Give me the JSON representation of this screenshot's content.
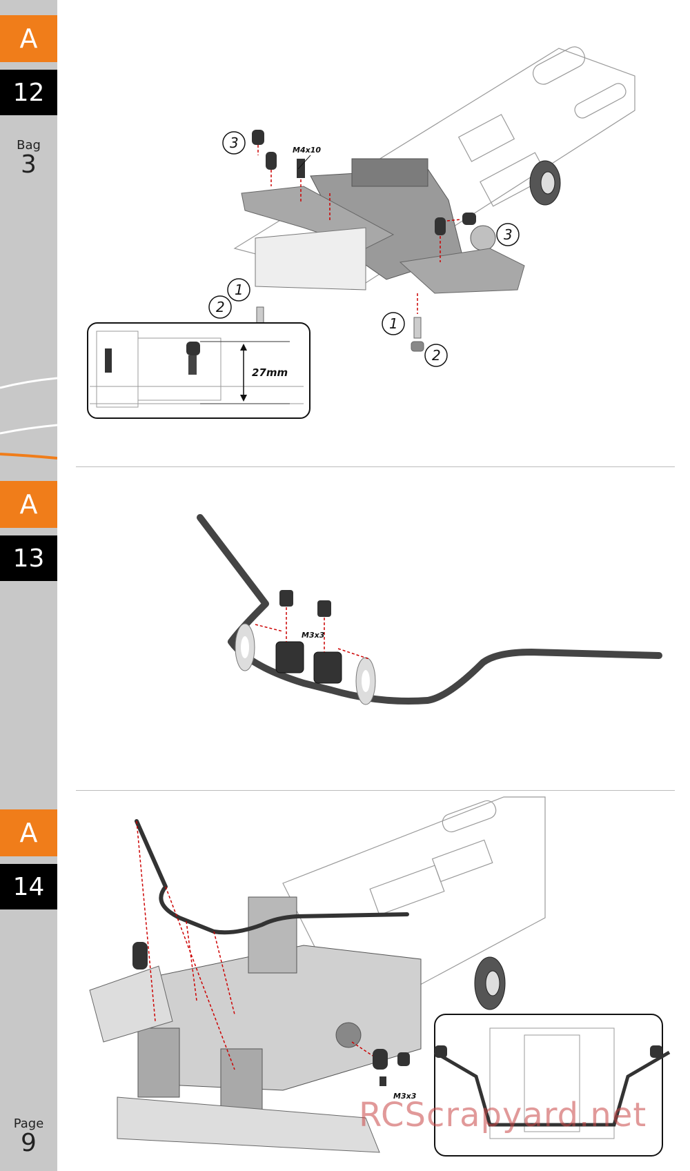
{
  "sidebar": {
    "steps": [
      {
        "letter": "A",
        "number": "12"
      },
      {
        "letter": "A",
        "number": "13"
      },
      {
        "letter": "A",
        "number": "14"
      }
    ],
    "bag_label": "Bag",
    "bag_number": "3",
    "page_label": "Page",
    "page_number": "9"
  },
  "step12": {
    "screw_label": "M4x10",
    "callouts": [
      "1",
      "2",
      "3"
    ],
    "inset_dimension": "27mm"
  },
  "step13": {
    "screw_label": "M3x3"
  },
  "step14": {
    "screw_label": "M3x3"
  },
  "watermark": "RCScrapyard.net",
  "colors": {
    "orange": "#f07d1a",
    "black": "#000000",
    "sidebar": "#c8c8c8"
  }
}
